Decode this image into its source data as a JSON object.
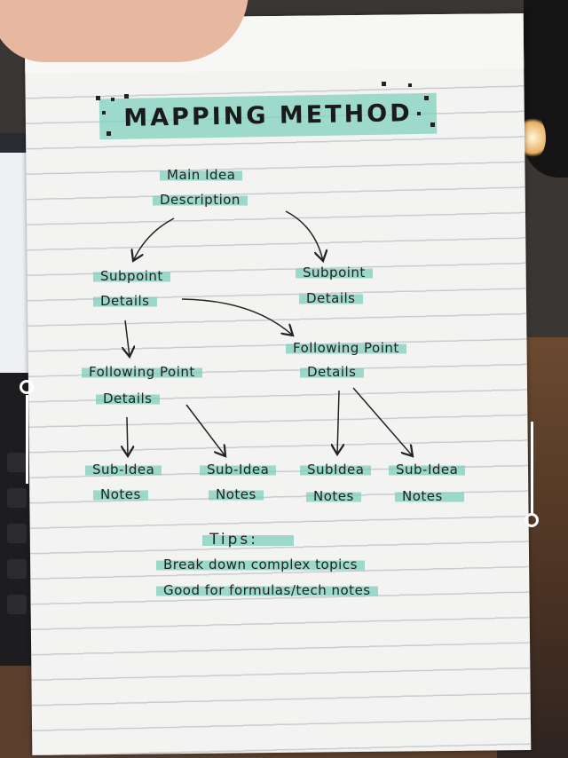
{
  "title": "MAPPING METHOD",
  "main": {
    "idea": "Main Idea",
    "description": "Description"
  },
  "subpoints": [
    {
      "label": "Subpoint",
      "details": "Details"
    },
    {
      "label": "Subpoint",
      "details": "Details"
    }
  ],
  "following_points": [
    {
      "label": "Following Point",
      "details": "Details"
    },
    {
      "label": "Following Point",
      "details": "Details"
    }
  ],
  "sub_ideas": [
    {
      "label": "Sub-Idea",
      "notes": "Notes"
    },
    {
      "label": "Sub-Idea",
      "notes": "Notes"
    },
    {
      "label": "SubIdea",
      "notes": "Notes"
    },
    {
      "label": "Sub-Idea",
      "notes": "Notes"
    }
  ],
  "tips": {
    "heading": "Tips:",
    "items": [
      "Break down complex topics",
      "Good for formulas/tech notes"
    ]
  },
  "colors": {
    "highlighter": "#7fd0bc",
    "ink": "#222222",
    "paper": "#f3f4f2"
  }
}
